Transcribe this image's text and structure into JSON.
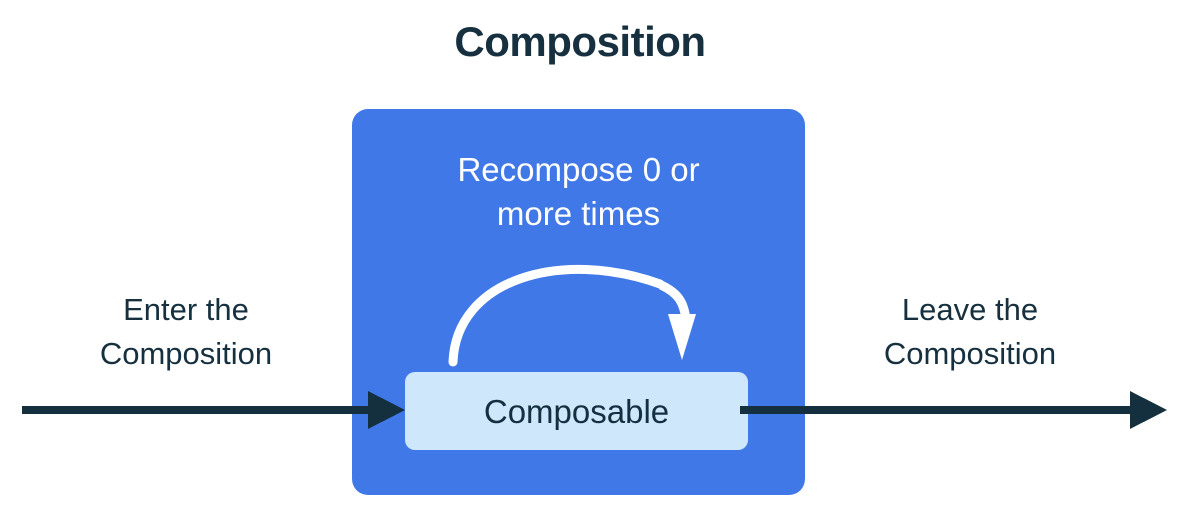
{
  "diagram": {
    "title": "Composition",
    "colors": {
      "background": "#ffffff",
      "title_text": "#16303f",
      "composition_box": "#4178e8",
      "composable_box": "#cfe7fa",
      "composable_text": "#14303f",
      "recompose_text": "#ffffff",
      "recompose_arrow": "#ffffff",
      "flow_arrow": "#14303f",
      "side_label_text": "#16303f"
    },
    "composition_box": {
      "name": "Composition",
      "recompose_label_line1": "Recompose 0 or",
      "recompose_label_line2": "more times",
      "recompose_label_full": "Recompose 0 or more times",
      "recompose_arrow_name": "recompose-loop-arrow"
    },
    "composable_box": {
      "label": "Composable"
    },
    "enter_flow": {
      "label_line1": "Enter the",
      "label_line2": "Composition",
      "label_full": "Enter the Composition",
      "arrow_name": "enter-composition-arrow",
      "direction": "right"
    },
    "leave_flow": {
      "label_line1": "Leave the",
      "label_line2": "Composition",
      "label_full": "Leave the Composition",
      "arrow_name": "leave-composition-arrow",
      "direction": "right"
    }
  }
}
